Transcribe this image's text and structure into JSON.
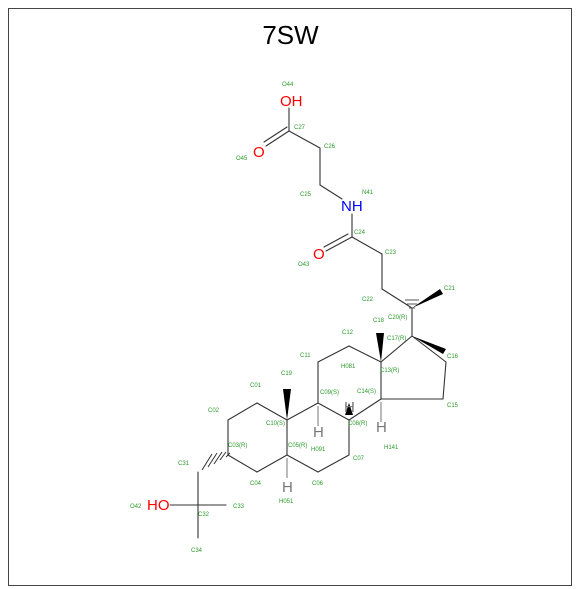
{
  "title": "7SW",
  "colors": {
    "oxygen": "#ff0000",
    "nitrogen": "#0000ff",
    "label": "#2b9a2b",
    "bond": "#333333",
    "hydrogen": "#777777"
  },
  "atoms": {
    "oh_top": "OH",
    "o_acid": "O",
    "nh": "NH",
    "o_amide": "O",
    "ho": "HO",
    "h_c9": "H",
    "h_c8": "H",
    "h_c14": "H",
    "h_c5": "H"
  },
  "labels": {
    "o44": "O44",
    "c27": "C27",
    "o45": "O45",
    "c26": "C26",
    "c25": "C25",
    "n41": "N41",
    "c24": "C24",
    "o43": "O43",
    "c23": "C23",
    "c22": "C22",
    "c21": "C21",
    "c20": "C20(R)",
    "c18": "C18",
    "c17": "C17(R)",
    "c16": "C16",
    "c12": "C12",
    "h081": "H081",
    "c13": "C13(R)",
    "c11": "C11",
    "c19": "C19",
    "c01": "C01",
    "c09": "C09(S)",
    "c14": "C14(S)",
    "c15": "C15",
    "c02": "C02",
    "c10": "C10(S)",
    "c08": "C08(R)",
    "c03": "C03(R)",
    "c05": "C05(R)",
    "h091": "H091",
    "h141": "H141",
    "c07": "C07",
    "c31": "C31",
    "c04": "C04",
    "c06": "C06",
    "h051": "H051",
    "o42": "O42",
    "c32": "C32",
    "c33": "C33",
    "c34": "C34"
  }
}
